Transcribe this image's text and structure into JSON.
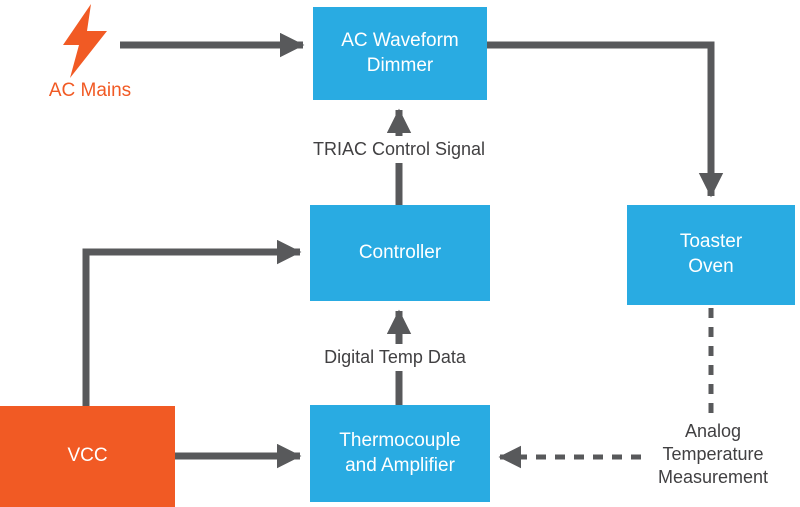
{
  "nodes": {
    "dimmer": {
      "label": "AC Waveform\nDimmer"
    },
    "controller": {
      "label": "Controller"
    },
    "thermocouple": {
      "label": "Thermocouple\nand Amplifier"
    },
    "toaster": {
      "label": "Toaster\nOven"
    },
    "vcc": {
      "label": "VCC"
    },
    "ac_mains": {
      "label": "AC Mains"
    }
  },
  "edge_labels": {
    "triac": "TRIAC Control Signal",
    "digital_temp": "Digital Temp Data",
    "analog": "Analog\nTemperature\nMeasurement"
  },
  "icons": {
    "lightning": "lightning-bolt"
  },
  "colors": {
    "box_blue": "#29ABE2",
    "box_orange": "#F15A24",
    "arrow_gray": "#58595B",
    "label_dark": "#414042"
  }
}
